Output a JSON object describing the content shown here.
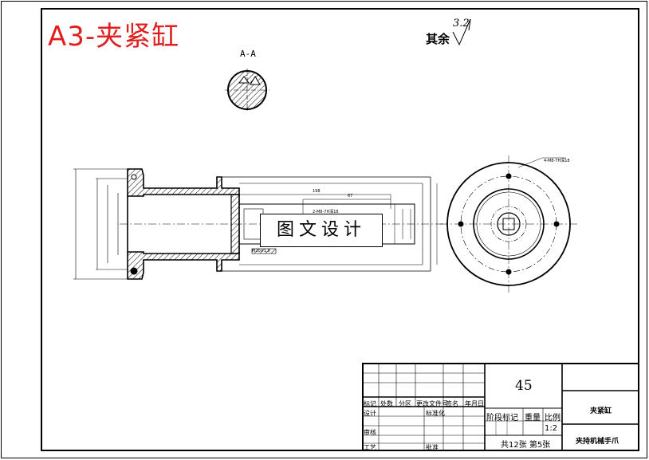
{
  "drawing": {
    "title": "A3-夹紧缸",
    "roughness_label": "其余",
    "roughness_value": "3.2",
    "section_label": "A-A",
    "watermark": "图文设计",
    "dims": {
      "d1": "198",
      "d2": "67",
      "thread": "2-M8-7H深18",
      "thread2": "M20×1.5",
      "pcd": "4-M8-7H深18"
    }
  },
  "title_block": {
    "material": "45",
    "part_name": "夹紧缸",
    "project": "夹持机械手爪",
    "scale": "1:2",
    "sheets": "共12张  第5张",
    "headers": {
      "mark": "标记",
      "count": "处数",
      "zone": "分区",
      "doc": "更改文件号",
      "sign": "签名",
      "date": "年月日",
      "design": "设计",
      "std": "标准化",
      "review": "审核",
      "process": "工艺",
      "approve": "批准",
      "stage": "阶段标记",
      "weight": "重量",
      "ratio": "比例"
    }
  }
}
